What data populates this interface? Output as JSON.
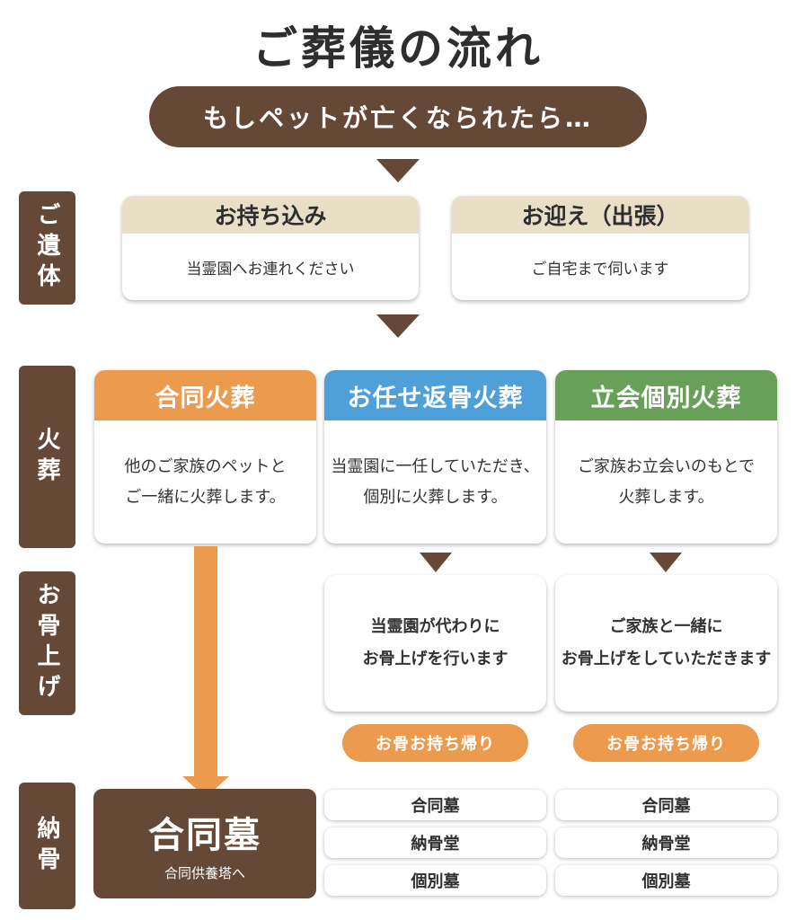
{
  "title": "ご葬儀の流れ",
  "banner": "もしペットが亡くなられたら…",
  "sections": {
    "body": "ご遺体",
    "cremation": "火葬",
    "bones": "お骨上げ",
    "burial": "納骨"
  },
  "arrival": [
    {
      "head": "お持ち込み",
      "body": "当霊園へお連れください"
    },
    {
      "head": "お迎え（出張）",
      "body": "ご自宅まで伺います"
    }
  ],
  "cremation": [
    {
      "head": "合同火葬",
      "line1": "他のご家族のペットと",
      "line2": "ご一緒に火葬します。",
      "color": "#ec9a4e"
    },
    {
      "head": "お任せ返骨火葬",
      "line1": "当霊園に一任していただき、",
      "line2": "個別に火葬します。",
      "color": "#4f9fd9"
    },
    {
      "head": "立会個別火葬",
      "line1": "ご家族お立会いのもとで",
      "line2": "火葬します。",
      "color": "#69a059"
    }
  ],
  "bone_pickup": [
    {
      "line1": "当霊園が代わりに",
      "line2": "お骨上げを行います"
    },
    {
      "line1": "ご家族と一緒に",
      "line2": "お骨上げをしていただきます"
    }
  ],
  "take_home": [
    "お骨お持ち帰り",
    "お骨お持ち帰り"
  ],
  "communal_grave": {
    "title": "合同墓",
    "subtitle": "合同供養塔へ"
  },
  "burial_options": [
    [
      "合同墓",
      "納骨堂",
      "個別墓"
    ],
    [
      "合同墓",
      "納骨堂",
      "個別墓"
    ]
  ],
  "colors": {
    "brown": "#664837",
    "beige": "#e9dfc7",
    "orange": "#ec9a4e",
    "blue": "#4f9fd9",
    "green": "#69a059"
  }
}
